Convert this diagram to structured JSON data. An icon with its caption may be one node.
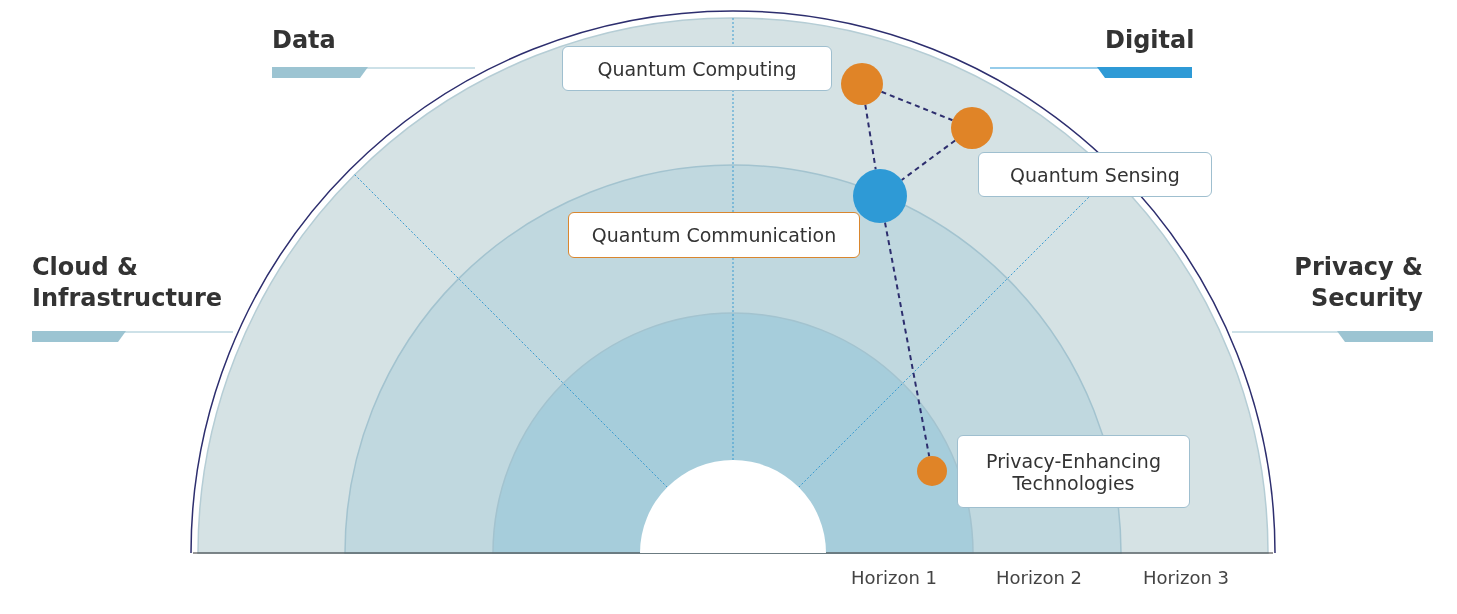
{
  "diagram": {
    "nodes": [
      {
        "text": [
          "Quantum Computing"
        ]
      },
      {
        "text": [],
        "shape": "circle"
      },
      {
        "text": [],
        "shape": "circle"
      },
      {
        "text": [
          "Quantum Sensing"
        ]
      },
      {
        "text": [],
        "shape": "circle"
      },
      {
        "text": [
          "Quantum Communication"
        ]
      },
      {
        "text": [],
        "shape": "circle"
      },
      {
        "text": [
          "Privacy-Enhancing Technologies"
        ]
      }
    ],
    "edges": [
      {
        "from": 1,
        "to": 2,
        "arrow": "none",
        "style": "dashed"
      },
      {
        "from": 2,
        "to": 4,
        "arrow": "none",
        "style": "dashed"
      },
      {
        "from": 1,
        "to": 4,
        "arrow": "none",
        "style": "dashed"
      },
      {
        "from": 4,
        "to": 6,
        "arrow": "none",
        "style": "dashed"
      }
    ],
    "labels": [
      "Data",
      "Digital",
      "Cloud & Infrastructure",
      "Privacy & Security",
      "Horizon 1",
      "Horizon 2",
      "Horizon 3"
    ]
  }
}
